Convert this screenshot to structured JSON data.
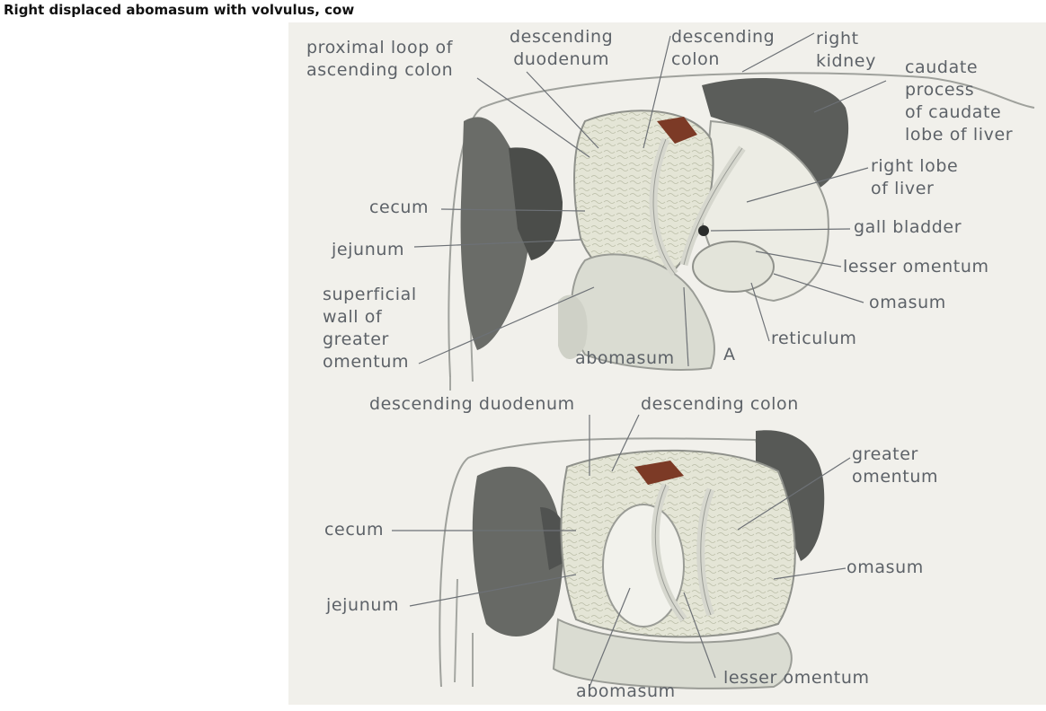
{
  "title": "Right displaced abomasum with volvulus, cow",
  "colors": {
    "label": "#5d6268",
    "leader_line": "#6d7176",
    "background": "#f1f0eb"
  },
  "view_a": {
    "marker": "A",
    "labels": {
      "proximal_loop": "proximal loop of\nascending colon",
      "descending_duodenum": "descending\nduodenum",
      "descending_colon": "descending\ncolon",
      "right_kidney": "right\nkidney",
      "caudate_process": "caudate\nprocess\nof caudate\nlobe of liver",
      "right_lobe_liver": "right lobe\nof liver",
      "cecum": "cecum",
      "gall_bladder": "gall bladder",
      "jejunum": "jejunum",
      "lesser_omentum": "lesser omentum",
      "superficial_wall": "superficial\nwall of\ngreater\nomentum",
      "omasum": "omasum",
      "reticulum": "reticulum",
      "abomasum": "abomasum"
    }
  },
  "view_b": {
    "labels": {
      "descending_duodenum": "descending duodenum",
      "descending_colon": "descending colon",
      "greater_omentum": "greater\nomentum",
      "cecum": "cecum",
      "omasum": "omasum",
      "jejunum": "jejunum",
      "abomasum": "abomasum",
      "lesser_omentum": "lesser omentum"
    }
  }
}
